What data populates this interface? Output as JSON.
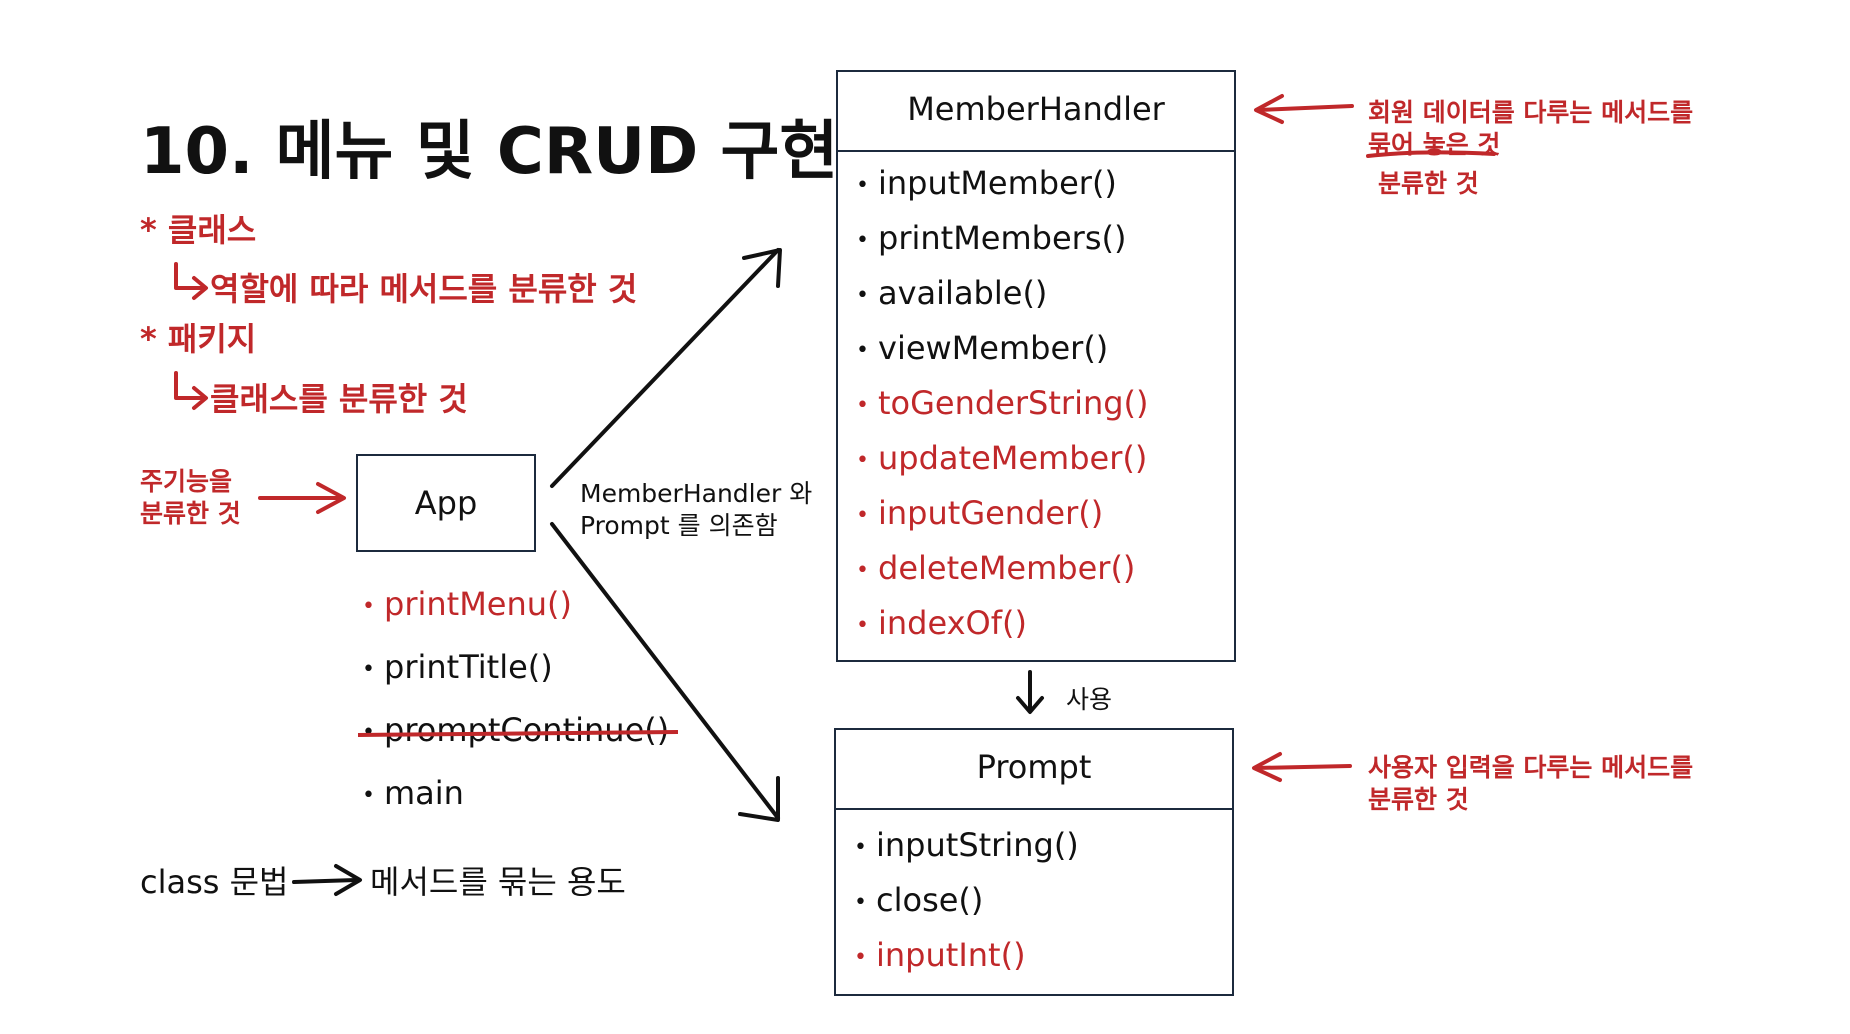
{
  "title": "10. 메뉴 및 CRUD 구현",
  "notes": {
    "class_heading": "* 클래스",
    "class_desc": "역할에 따라 메서드를 분류한 것",
    "package_heading": "* 패키지",
    "package_desc": "클래스를 분류한 것",
    "app_note_line1": "주기능을",
    "app_note_line2": "분류한 것",
    "class_syntax_left": "class 문법",
    "class_syntax_right": "메서드를 묶는 용도"
  },
  "app": {
    "name": "App",
    "methods": [
      {
        "label": "printMenu()",
        "color": "red"
      },
      {
        "label": "printTitle()",
        "color": "black"
      },
      {
        "label": "promptContinue()",
        "color": "black",
        "struck": true
      },
      {
        "label": "main",
        "color": "black"
      }
    ]
  },
  "dependency_label_line1": "MemberHandler 와",
  "dependency_label_line2": "Prompt 를 의존함",
  "member_handler": {
    "name": "MemberHandler",
    "methods": [
      {
        "label": "inputMember()",
        "color": "black"
      },
      {
        "label": "printMembers()",
        "color": "black"
      },
      {
        "label": "available()",
        "color": "black"
      },
      {
        "label": "viewMember()",
        "color": "black"
      },
      {
        "label": "toGenderString()",
        "color": "red"
      },
      {
        "label": "updateMember()",
        "color": "red"
      },
      {
        "label": "inputGender()",
        "color": "red"
      },
      {
        "label": "deleteMember()",
        "color": "red"
      },
      {
        "label": "indexOf()",
        "color": "red"
      }
    ],
    "note_line1": "회원 데이터를 다루는 메서드를",
    "note_line2": "묶어 놓은 것",
    "note_line3": "분류한 것"
  },
  "uses_label": "사용",
  "prompt": {
    "name": "Prompt",
    "methods": [
      {
        "label": "inputString()",
        "color": "black"
      },
      {
        "label": "close()",
        "color": "black"
      },
      {
        "label": "inputInt()",
        "color": "red"
      }
    ],
    "note_line1": "사용자 입력을 다루는 메서드를",
    "note_line2": "분류한 것"
  },
  "colors": {
    "accent_red": "#c0282a",
    "ink": "#111111",
    "box_border": "#1c2a3d"
  }
}
